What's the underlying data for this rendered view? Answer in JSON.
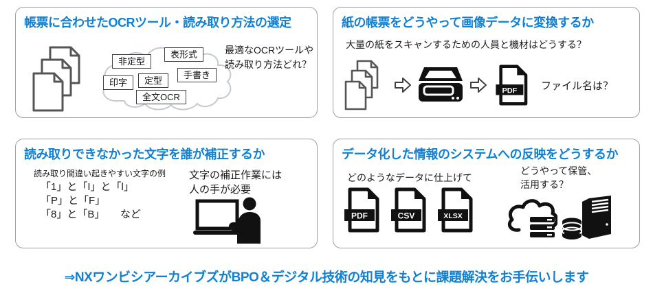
{
  "colors": {
    "accent": "#1180d2",
    "panel_border": "#9aa0a6",
    "icon_black": "#111111",
    "outline_gray": "#555555",
    "cloud_stroke": "#c4cad0"
  },
  "panel_ocr": {
    "title": "帳票に合わせたOCRツール・読み取り方法の選定",
    "tags": [
      "非定型",
      "表形式",
      "印字",
      "定型",
      "手書き",
      "全文OCR"
    ],
    "question": "最適なOCRツールや\n読み取り方法どれ？"
  },
  "panel_scan": {
    "title": "紙の帳票をどうやって画像データに変換するか",
    "question": "大量の紙をスキャンするための人員と機材はどうする？",
    "pdf_label": "PDF",
    "filename_question": "ファイル名は？"
  },
  "panel_correction": {
    "title": "読み取りできなかった文字を誰が補正するか",
    "subtitle": "読み取り間違い起きやすい文字の例",
    "examples": [
      "「1」と「I」と「l」",
      "「P」と「F」",
      "「8」と「B」　　など"
    ],
    "note": "文字の補正作業には\n人の手が必要"
  },
  "panel_system": {
    "title": "データ化した情報のシステムへの反映をどうするか",
    "question_left": "どのようなデータに仕上げて",
    "question_right": "どうやって保管、\n活用する？",
    "file_types": [
      "PDF",
      "CSV",
      "XLSX"
    ]
  },
  "footer": {
    "tagline": "⇒NXワンビシアーカイブズがBPO＆デジタル技術の知見をもとに課題解決をお手伝いします"
  },
  "icons": {
    "document_stack": "document-stack-icon",
    "thought_cloud": "thought-cloud-shape",
    "arrow": "arrow-right-icon",
    "scanner": "scanner-icon",
    "pdf_file": "pdf-file-icon",
    "csv_file": "csv-file-icon",
    "xlsx_file": "xlsx-file-icon",
    "person_laptop": "person-laptop-icon",
    "cloud_server": "cloud-server-icon",
    "database_server": "database-server-icon"
  }
}
